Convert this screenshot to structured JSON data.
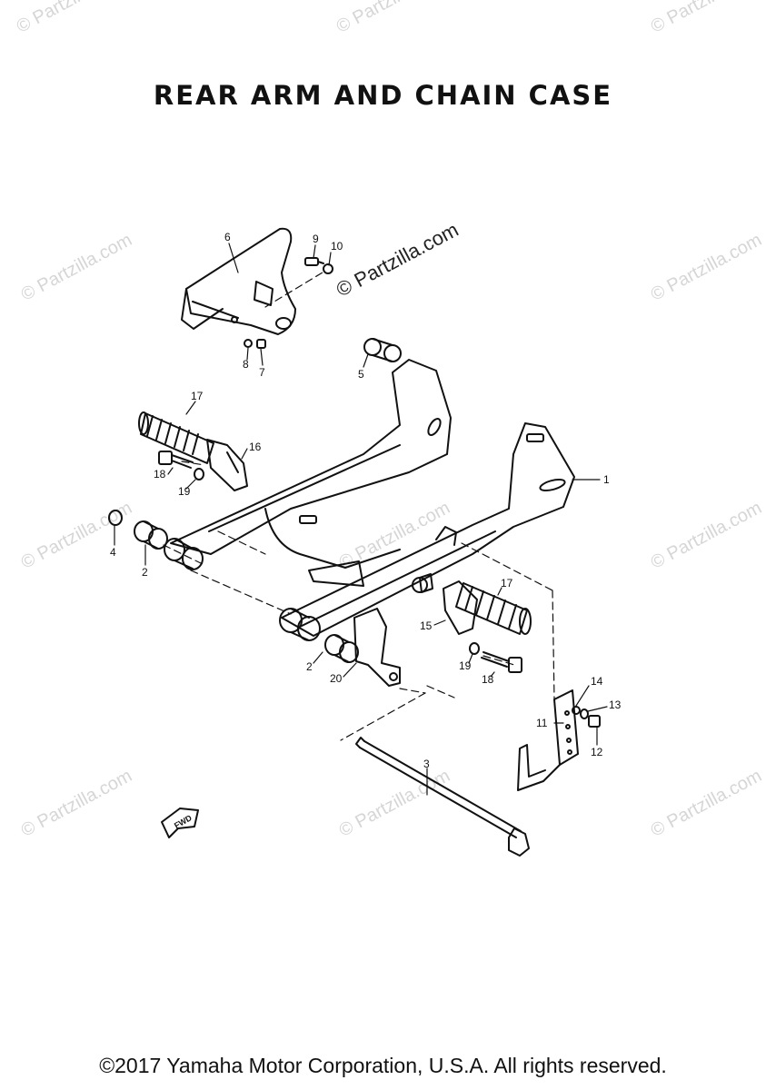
{
  "title": "REAR ARM AND CHAIN CASE",
  "footer": "©2017 Yamaha Motor Corporation, U.S.A. All rights reserved.",
  "watermark": "© Partzilla.com",
  "watermark_main": "© Partzilla.com",
  "fwd_label": "FWD",
  "callouts": {
    "c1": "1",
    "c2a": "2",
    "c2b": "2",
    "c3": "3",
    "c4": "4",
    "c5": "5",
    "c6": "6",
    "c7": "7",
    "c8": "8",
    "c9": "9",
    "c10": "10",
    "c11": "11",
    "c12": "12",
    "c13": "13",
    "c14": "14",
    "c15": "15",
    "c16": "16",
    "c17a": "17",
    "c17b": "17",
    "c18a": "18",
    "c18b": "18",
    "c19a": "19",
    "c19b": "19",
    "c20": "20"
  }
}
